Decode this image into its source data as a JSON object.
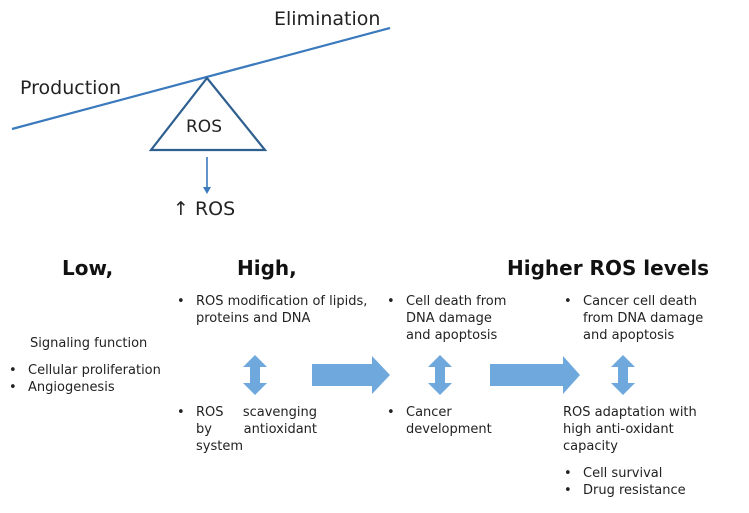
{
  "seesaw": {
    "left_label": "Production",
    "right_label": "Elimination",
    "fulcrum_label": "ROS",
    "result_label": "↑ ROS",
    "line_color": "#3a7abd",
    "triangle_color": "#2e5f8f"
  },
  "arrow_color": "#6fa8dc",
  "columns": {
    "low": {
      "heading": "Low,",
      "subheading": "Signaling function",
      "items": [
        "Cellular proliferation",
        "Angiogenesis"
      ]
    },
    "high": {
      "heading": "High,",
      "top_items": [
        "ROS modification of lipids, proteins and DNA"
      ],
      "bottom_items": [
        "ROS scavenging by antioxidant system"
      ]
    },
    "higher_mid": {
      "top_items": [
        "Cell death from DNA damage and apoptosis"
      ],
      "bottom_items": [
        "Cancer development"
      ]
    },
    "higher": {
      "heading": "Higher ROS levels",
      "top_items": [
        "Cancer cell death from DNA damage and apoptosis"
      ],
      "adaptation_text": "ROS adaptation with high anti-oxidant capacity",
      "bottom_items": [
        "Cell survival",
        "Drug resistance"
      ]
    }
  }
}
